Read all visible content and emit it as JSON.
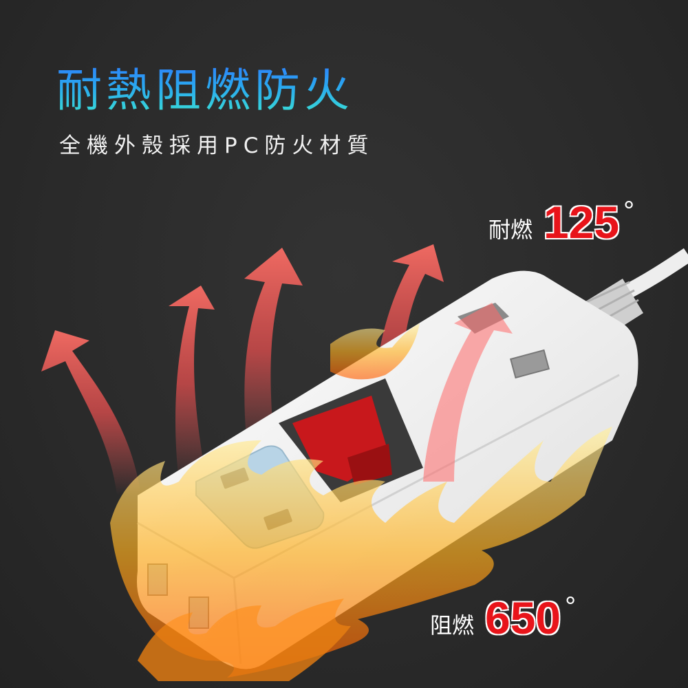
{
  "headline": "耐熱阻燃防火",
  "subheadline": "全機外殼採用PC防火材質",
  "labels": [
    {
      "caption": "耐燃",
      "value": "125",
      "unit": "°"
    },
    {
      "caption": "阻燃",
      "value": "650",
      "unit": "°"
    }
  ],
  "colors": {
    "background": "#2a2a2a",
    "headline_gradient_top": "#2f6fff",
    "headline_gradient_bottom": "#3ce8d0",
    "temperature_red": "#e8141a",
    "arrow_red": "#e05555",
    "switch_red": "#c8181c",
    "socket_blue": "#b8d4e6"
  }
}
